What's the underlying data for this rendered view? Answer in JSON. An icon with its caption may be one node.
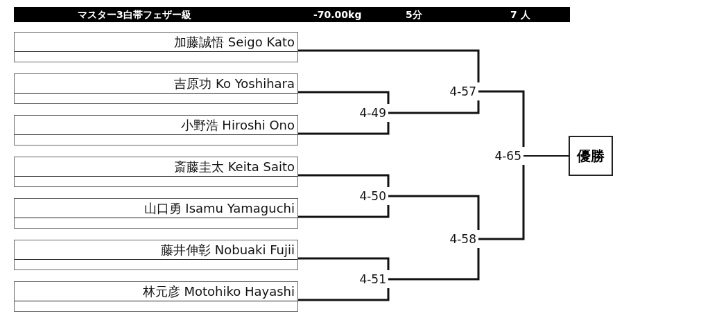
{
  "diagram": {
    "title": "マスター3白帯フェザー級",
    "nodes": [
      {
        "text": [
          "加藤誠悟 Seigo Kato"
        ]
      },
      {
        "text": [
          "吉原功 Ko Yoshihara"
        ]
      },
      {
        "text": [
          "小野浩 Hiroshi Ono"
        ]
      },
      {
        "text": [
          "斎藤圭太 Keita Saito"
        ]
      },
      {
        "text": [
          "山口勇 Isamu Yamaguchi"
        ]
      },
      {
        "text": [
          "藤井伸彰 Nobuaki Fujii"
        ]
      },
      {
        "text": [
          "林元彦 Motohiko Hayashi"
        ]
      },
      {
        "text": [
          "4-49"
        ]
      },
      {
        "text": [
          "4-50"
        ]
      },
      {
        "text": [
          "4-51"
        ]
      },
      {
        "text": [
          "4-57"
        ]
      },
      {
        "text": [
          "4-58"
        ]
      },
      {
        "text": [
          "4-65"
        ]
      },
      {
        "text": [
          "優勝"
        ]
      }
    ],
    "edges": [
      {
        "from": 1,
        "to": 7,
        "arrow": "none"
      },
      {
        "from": 2,
        "to": 7,
        "arrow": "none"
      },
      {
        "from": 3,
        "to": 8,
        "arrow": "none"
      },
      {
        "from": 4,
        "to": 8,
        "arrow": "none"
      },
      {
        "from": 5,
        "to": 9,
        "arrow": "none"
      },
      {
        "from": 6,
        "to": 9,
        "arrow": "none"
      },
      {
        "from": 0,
        "to": 10,
        "arrow": "none"
      },
      {
        "from": 7,
        "to": 10,
        "arrow": "none"
      },
      {
        "from": 8,
        "to": 11,
        "arrow": "none"
      },
      {
        "from": 9,
        "to": 11,
        "arrow": "none"
      },
      {
        "from": 10,
        "to": 12,
        "arrow": "none"
      },
      {
        "from": 11,
        "to": 12,
        "arrow": "none"
      },
      {
        "from": 12,
        "to": 13,
        "arrow": "none"
      }
    ],
    "labels": [
      "-70.00kg",
      "5分",
      "7 人"
    ]
  }
}
